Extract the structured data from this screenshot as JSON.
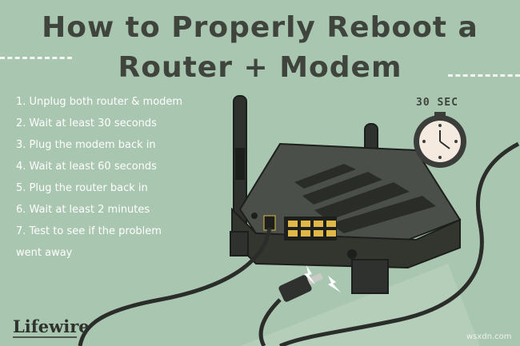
{
  "title": {
    "line1": "How to Properly Reboot a",
    "line2": "Router + Modem"
  },
  "steps": [
    "1. Unplug both router & modem",
    "2. Wait at least 30 seconds",
    "3. Plug the modem back in",
    "4. Wait at least 60 seconds",
    "5. Plug the router back in",
    "6. Wait at least 2 minutes",
    "7. Test to see if the problem",
    "went away"
  ],
  "timer_label": "30 SEC",
  "brand": "Lifewire",
  "watermark": "wsxdn.com",
  "icons": [
    "stopwatch-icon",
    "router-icon",
    "power-plug-icon",
    "spark-icon"
  ],
  "colors": {
    "background": "#a9c6b0",
    "title_text": "#3f443d",
    "step_text": "#ffffff",
    "router_body": "#3a3d39",
    "ports": "#e0b84a",
    "stopwatch_face": "#f4eadf"
  }
}
